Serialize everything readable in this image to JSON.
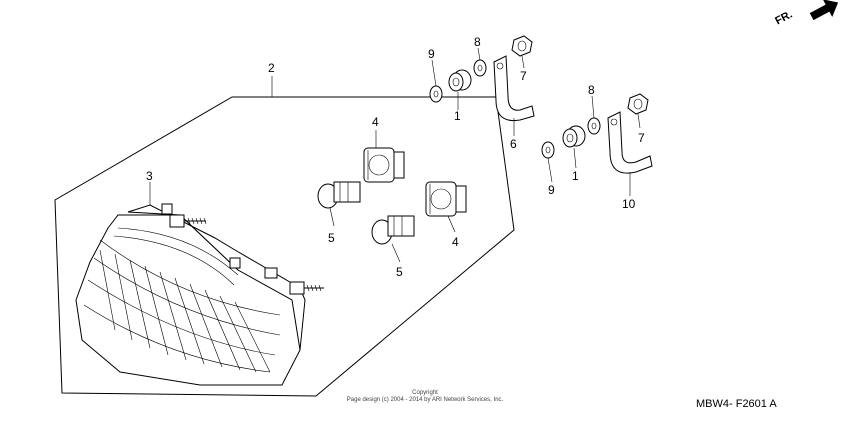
{
  "direction_marker": {
    "text": "FR.",
    "icon": "front-arrow-icon"
  },
  "callouts": {
    "p1a": "1",
    "p1b": "1",
    "p2": "2",
    "p3": "3",
    "p4a": "4",
    "p4b": "4",
    "p5a": "5",
    "p5b": "5",
    "p6": "6",
    "p7a": "7",
    "p7b": "7",
    "p8a": "8",
    "p8b": "8",
    "p9a": "9",
    "p9b": "9",
    "p10": "10"
  },
  "footer": {
    "copyright_line1": "Copyright",
    "copyright_line2": "Page design (c) 2004 - 2014 by ARI Network Services, Inc.",
    "diagram_code": "MBW4- F2601 A"
  }
}
